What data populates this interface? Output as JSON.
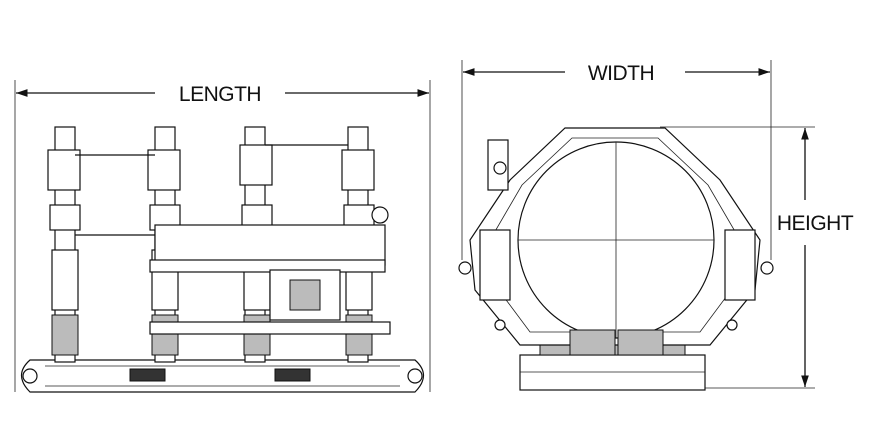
{
  "dimensions": {
    "length_label": "LENGTH",
    "width_label": "WIDTH",
    "height_label": "HEIGHT"
  },
  "colors": {
    "line": "#111111",
    "background": "#ffffff"
  }
}
